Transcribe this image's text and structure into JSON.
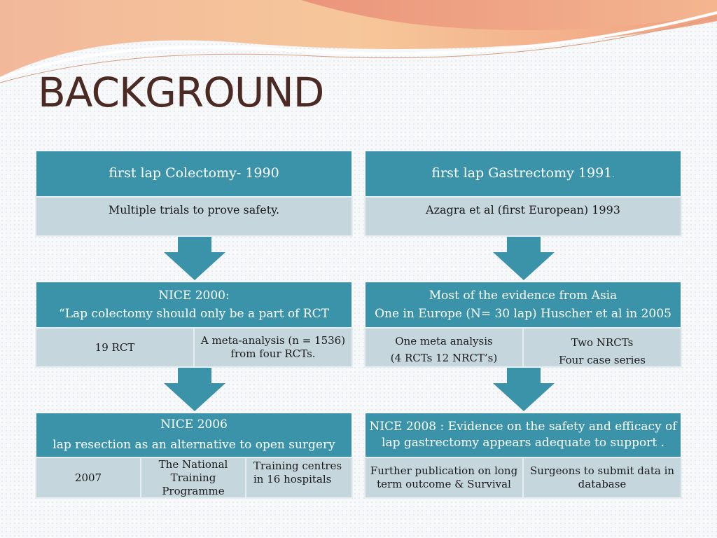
{
  "title": "BACKGROUND",
  "colors": {
    "header": "#3a93a8",
    "subbox": "#c6d6dd",
    "arrow": "#3a93a8",
    "title": "#4a2a22"
  },
  "left": {
    "row1": {
      "header": "first lap Colectomy- 1990",
      "sub": "Multiple trials to prove safety."
    },
    "row2": {
      "header_line1": "NICE 2000:",
      "header_line2": "“Lap colectomy should only  be a part of  RCT",
      "sub1": "19 RCT",
      "sub2_line1": "A meta-analysis (n = 1536)",
      "sub2_line2": "from four RCTs."
    },
    "row3": {
      "header_line1": "NICE  2006",
      "header_line2": "lap resection as an alternative to open surgery",
      "sub1": "2007",
      "sub2_line1": "The National",
      "sub2_line2": "Training",
      "sub2_line3": "Programme",
      "sub3_line1": "Training centres",
      "sub3_line2": "in 16 hospitals"
    }
  },
  "right": {
    "row1": {
      "header": "first lap Gastrectomy 1991",
      "header_suffix": ".",
      "sub": "Azagra et al (first European) 1993"
    },
    "row2": {
      "header_line1": "Most of the evidence from Asia",
      "header_line2": "One in Europe (N= 30 lap) Huscher et al in 2005",
      "sub1_line1": "One meta analysis",
      "sub1_line2": "(4 RCTs 12 NRCT’s)",
      "sub2_line1": "Two NRCTs",
      "sub2_line2": "Four case series"
    },
    "row3": {
      "header_line1": "NICE 2008 : Evidence on the safety and efficacy of",
      "header_line2": "lap gastrectomy appears adequate to support .",
      "sub1_line1": "Further publication on long",
      "sub1_line2": "term outcome & Survival",
      "sub2_line1": "Surgeons  to submit data in",
      "sub2_line2": "database"
    }
  }
}
